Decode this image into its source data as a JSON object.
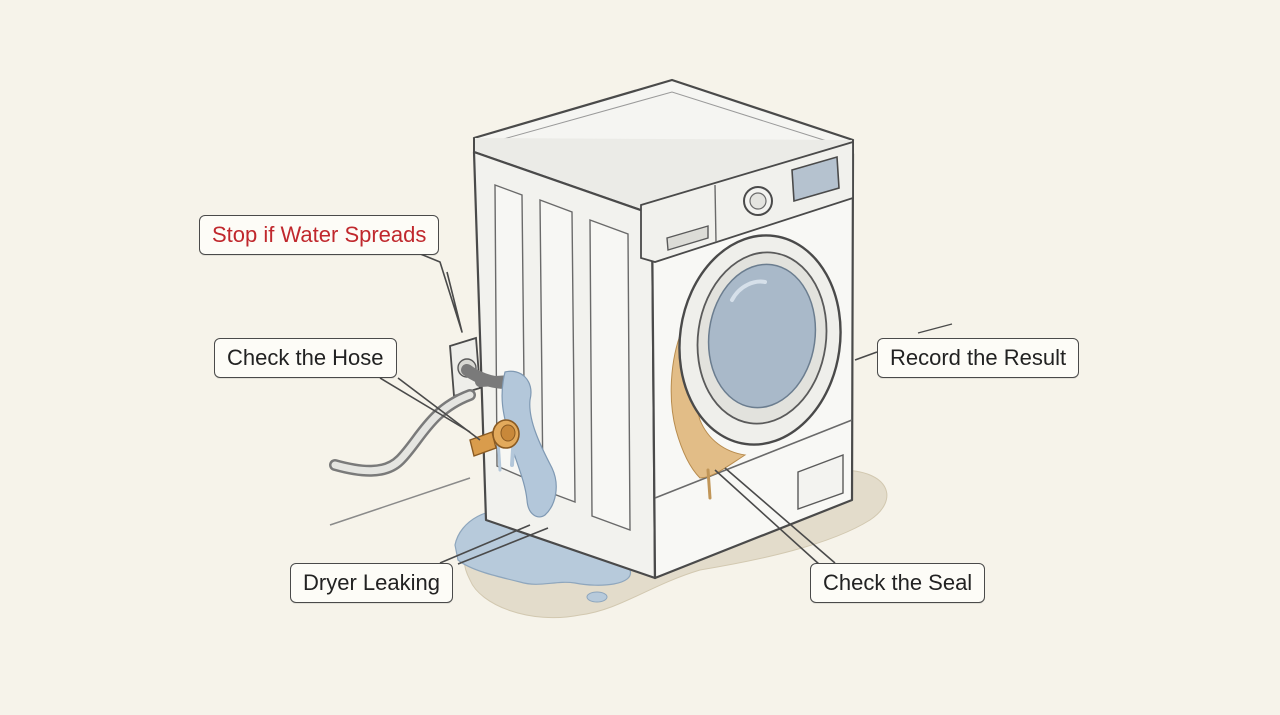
{
  "labels": {
    "stop": "Stop if Water Spreads",
    "hose": "Check the Hose",
    "record": "Record the Result",
    "dryer": "Dryer Leaking",
    "seal": "Check the Seal"
  },
  "colors": {
    "background": "#f6f3ea",
    "warning_text": "#c0282d",
    "label_text": "#222222",
    "water": "#a9bfd3",
    "rust_stain": "#d9ab66",
    "brass_fitting": "#d79a4a",
    "puddle_shadow": "#e3dccb"
  }
}
